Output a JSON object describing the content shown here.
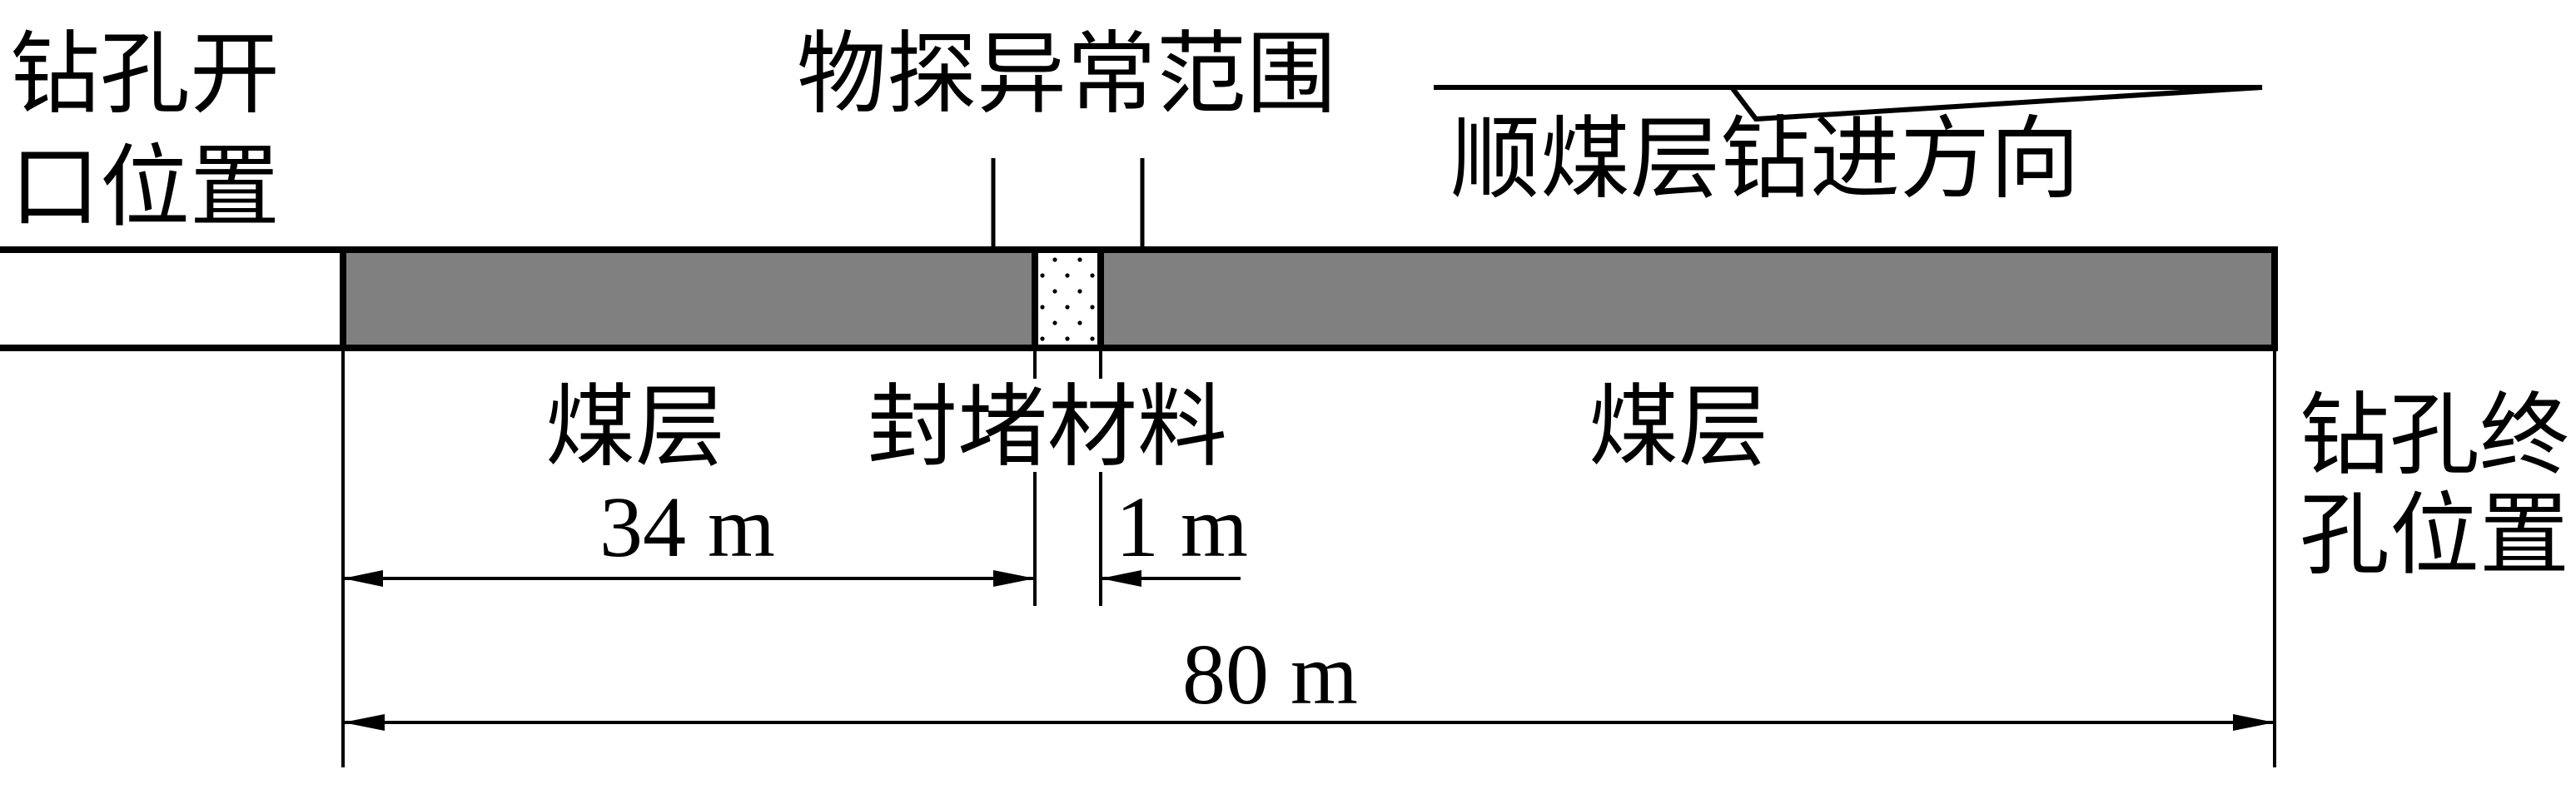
{
  "labels": {
    "start_line1": "钻孔开",
    "start_line2": "口位置",
    "anomaly": "物探异常范围",
    "direction": "顺煤层钻进方向",
    "coal_left": "煤层",
    "seal": "封堵材料",
    "coal_right": "煤层",
    "end_line1": "钻孔终",
    "end_line2": "孔位置"
  },
  "dimensions": {
    "seam_to_seal": "34 m",
    "seal_length": "1 m",
    "total": "80 m"
  },
  "colors": {
    "coal": "#808080",
    "seal": "#ffffff",
    "line": "#000000"
  }
}
